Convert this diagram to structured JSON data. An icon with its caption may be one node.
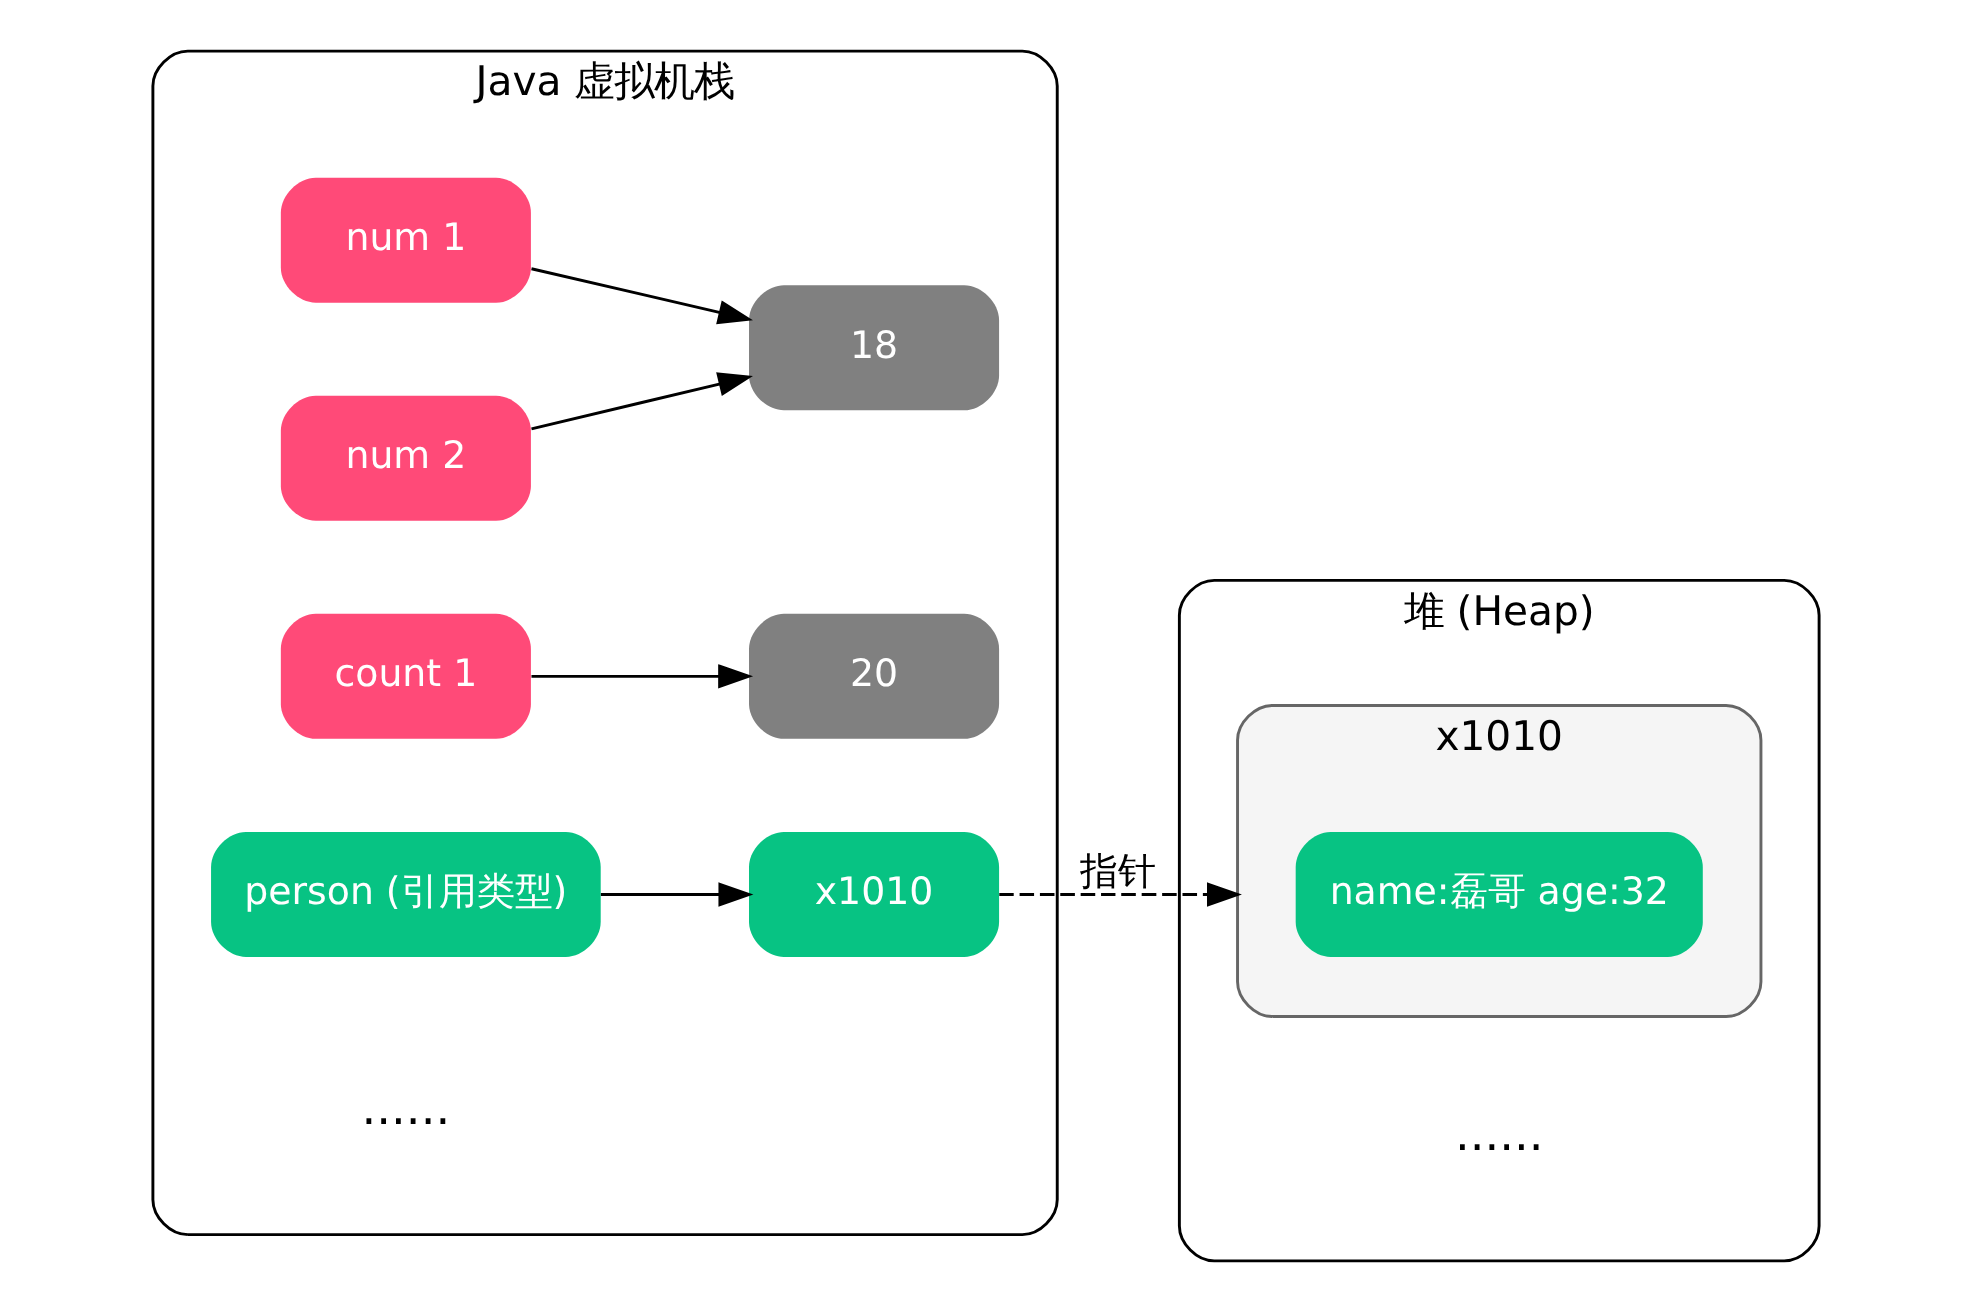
{
  "diagram": {
    "nodes": [
      {
        "text": [
          "Java 虚拟机栈"
        ]
      },
      {
        "text": [
          "num 1"
        ],
        "in": 0
      },
      {
        "text": [
          "18"
        ],
        "in": 0
      },
      {
        "text": [
          "num 2"
        ],
        "in": 0
      },
      {
        "text": [
          "count 1"
        ],
        "in": 0
      },
      {
        "text": [
          "20"
        ],
        "in": 0
      },
      {
        "text": [
          "person (引用类型)"
        ],
        "in": 0
      },
      {
        "text": [
          "x1010"
        ],
        "in": 0
      },
      {
        "text": [
          "堆 (Heap)"
        ]
      },
      {
        "text": [
          "x1010"
        ],
        "in": 8
      },
      {
        "text": [
          "name:磊哥 age:32"
        ],
        "in": 9
      }
    ],
    "edges": [
      {
        "from": 1,
        "to": 2,
        "arrow": "to"
      },
      {
        "from": 3,
        "to": 2,
        "arrow": "to"
      },
      {
        "from": 4,
        "to": 5,
        "arrow": "to"
      },
      {
        "from": 6,
        "to": 7,
        "arrow": "to"
      },
      {
        "from": 7,
        "to": 9,
        "arrow": "to",
        "label": "指针",
        "style": "dashed"
      }
    ],
    "labels": [
      "......",
      "......"
    ]
  }
}
